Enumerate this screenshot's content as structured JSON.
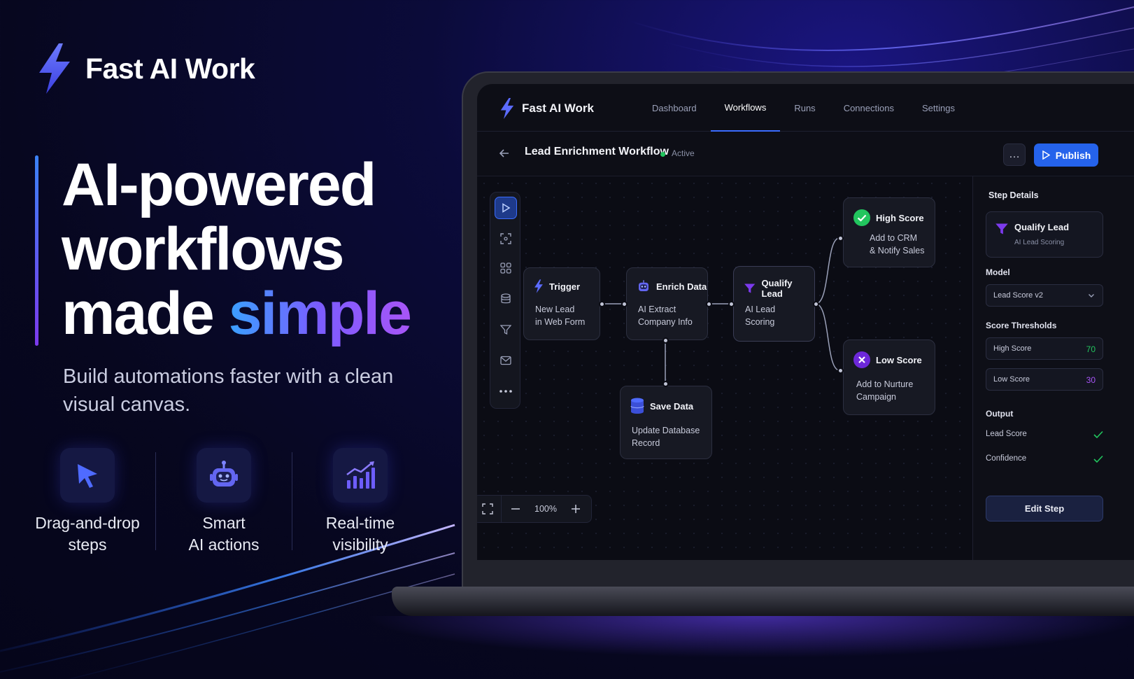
{
  "brand": {
    "name": "Fast AI Work"
  },
  "hero": {
    "headline_line1": "AI-powered",
    "headline_line2": "workflows",
    "headline_line3_plain": "made ",
    "headline_line3_highlight": "simple",
    "subline": "Build automations faster with a clean visual canvas."
  },
  "features": [
    {
      "label": "Drag-and-drop\nsteps",
      "icon": "cursor-arrow-icon"
    },
    {
      "label": "Smart\nAI actions",
      "icon": "robot-icon"
    },
    {
      "label": "Real-time\nvisibility",
      "icon": "chart-trend-icon"
    }
  ],
  "app": {
    "brand": "Fast AI Work",
    "nav": [
      {
        "label": "Dashboard",
        "active": false
      },
      {
        "label": "Workflows",
        "active": true
      },
      {
        "label": "Runs",
        "active": false
      },
      {
        "label": "Connections",
        "active": false
      },
      {
        "label": "Settings",
        "active": false
      }
    ],
    "workflow": {
      "title": "Lead Enrichment Workflow",
      "status": "Active"
    },
    "more_label": "…",
    "publish_label": "Publish",
    "nodes": {
      "trigger": {
        "title": "Trigger",
        "body": "New Lead\nin Web Form"
      },
      "enrich": {
        "title": "Enrich Data",
        "body": "AI Extract\nCompany Info"
      },
      "qualify": {
        "title": "Qualify Lead",
        "body": "AI Lead\nScoring"
      },
      "high": {
        "title": "High Score",
        "body": "Add to CRM\n& Notify Sales"
      },
      "low": {
        "title": "Low Score",
        "body": "Add to Nurture\nCampaign"
      },
      "save": {
        "title": "Save Data",
        "body": "Update Database\nRecord"
      }
    },
    "zoom": "100%",
    "panel": {
      "title": "Step Details",
      "step_name": "Qualify Lead",
      "step_sub": "AI Lead Scoring",
      "model_label": "Model",
      "model_value": "Lead Score v2",
      "thresholds_label": "Score Thresholds",
      "high_label": "High Score",
      "high_value": "70",
      "low_label": "Low Score",
      "low_value": "30",
      "output_label": "Output",
      "outputs": [
        "Lead Score",
        "Confidence"
      ],
      "edit_label": "Edit Step"
    },
    "colors": {
      "accent": "#2563eb",
      "success": "#22c55e",
      "high_value": "#22c55e",
      "low_value": "#a855f7",
      "purple": "#7c3aed"
    }
  }
}
